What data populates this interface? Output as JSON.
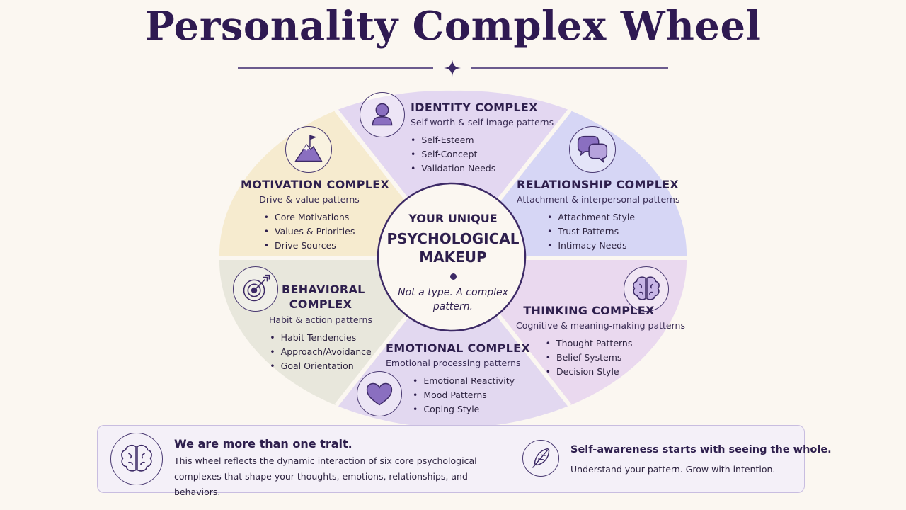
{
  "title": "Personality Complex Wheel",
  "colors": {
    "identity": "#e3d7f1",
    "relationship": "#d6d6f5",
    "thinking": "#ead9ef",
    "emotional": "#e2d8f0",
    "behavioral": "#e8e7dc",
    "motivation": "#f6ebcf",
    "accent": "#3d2a66"
  },
  "center": {
    "line1": "YOUR UNIQUE",
    "line2": "PSYCHOLOGICAL MAKEUP",
    "tagline": "Not a type. A complex pattern."
  },
  "sections": {
    "identity": {
      "title": "IDENTITY COMPLEX",
      "subtitle": "Self-worth & self-image patterns",
      "items": [
        "Self-Esteem",
        "Self-Concept",
        "Validation Needs"
      ],
      "icon": "person-icon"
    },
    "relationship": {
      "title": "RELATIONSHIP COMPLEX",
      "subtitle": "Attachment & interpersonal patterns",
      "items": [
        "Attachment Style",
        "Trust Patterns",
        "Intimacy Needs"
      ],
      "icon": "chat-bubbles-icon"
    },
    "thinking": {
      "title": "THINKING COMPLEX",
      "subtitle": "Cognitive & meaning-making patterns",
      "items": [
        "Thought Patterns",
        "Belief Systems",
        "Decision Style"
      ],
      "icon": "brain-icon"
    },
    "emotional": {
      "title": "EMOTIONAL COMPLEX",
      "subtitle": "Emotional processing patterns",
      "items": [
        "Emotional Reactivity",
        "Mood Patterns",
        "Coping Style"
      ],
      "icon": "heart-icon"
    },
    "behavioral": {
      "title": "BEHAVIORAL COMPLEX",
      "subtitle": "Habit & action patterns",
      "items": [
        "Habit Tendencies",
        "Approach/Avoidance",
        "Goal Orientation"
      ],
      "icon": "target-icon"
    },
    "motivation": {
      "title": "MOTIVATION COMPLEX",
      "subtitle": "Drive & value patterns",
      "items": [
        "Core Motivations",
        "Values & Priorities",
        "Drive Sources"
      ],
      "icon": "mountain-flag-icon"
    }
  },
  "footer": {
    "left_heading": "We are more than one trait.",
    "left_text": "This wheel reflects the dynamic interaction of six core psychological complexes that shape your thoughts, emotions, relationships, and behaviors.",
    "right_heading": "Self-awareness starts with seeing the whole.",
    "right_text": "Understand your pattern. Grow with intention."
  }
}
